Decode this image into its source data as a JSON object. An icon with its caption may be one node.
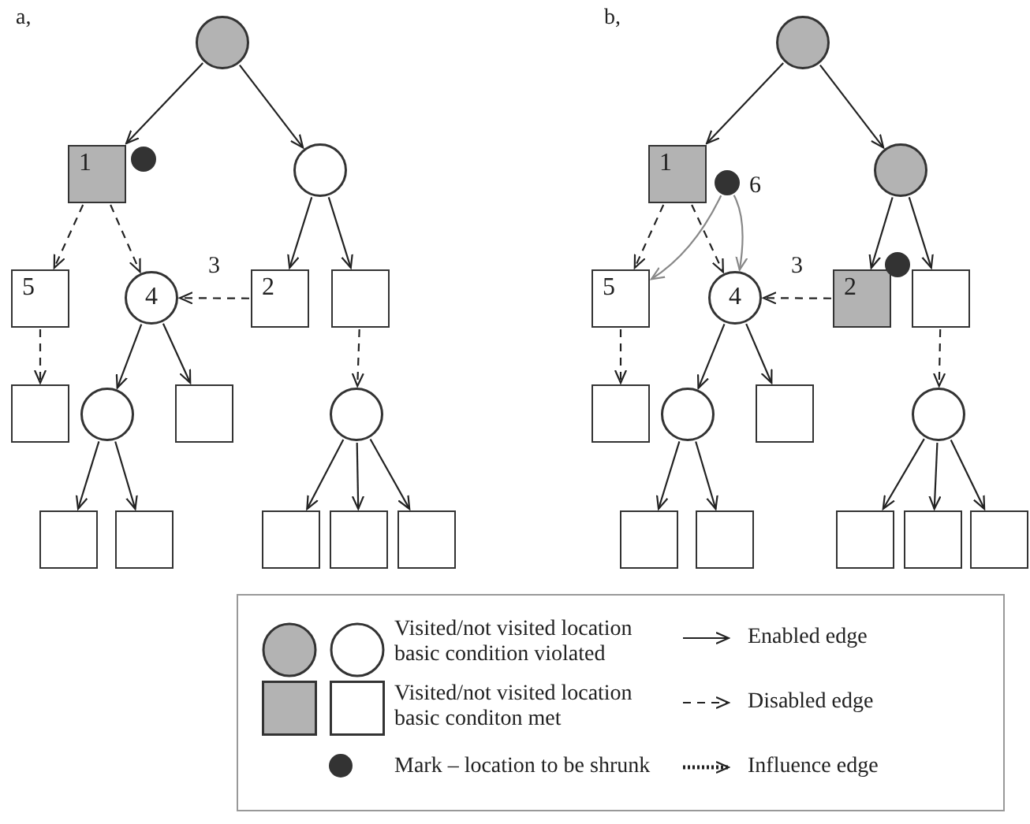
{
  "diagram": {
    "nodes": [
      {
        "text": [],
        "shape": "circle"
      },
      {
        "text": [
          "1"
        ]
      },
      {
        "text": [],
        "shape": "circle"
      },
      {
        "text": [],
        "shape": "circle"
      },
      {
        "text": [
          "5"
        ]
      },
      {
        "text": [
          "4"
        ]
      },
      {
        "text": [
          "2"
        ]
      },
      {
        "text": [],
        "shape": "box"
      },
      {
        "text": [],
        "shape": "box"
      },
      {
        "text": [],
        "shape": "circle"
      },
      {
        "text": [],
        "shape": "box"
      },
      {
        "text": [],
        "shape": "circle"
      },
      {
        "text": [],
        "shape": "box"
      },
      {
        "text": [],
        "shape": "box"
      },
      {
        "text": [],
        "shape": "box"
      },
      {
        "text": [],
        "shape": "box"
      },
      {
        "text": [],
        "shape": "box"
      },
      {
        "text": [],
        "shape": "circle"
      },
      {
        "text": [
          "1"
        ]
      },
      {
        "text": [],
        "shape": "circle",
        "beside": [
          "6"
        ]
      },
      {
        "text": [],
        "shape": "circle"
      },
      {
        "text": [
          "5"
        ]
      },
      {
        "text": [
          "4"
        ]
      },
      {
        "text": [
          "2"
        ]
      },
      {
        "text": [],
        "shape": "circle"
      },
      {
        "text": [],
        "shape": "box"
      },
      {
        "text": [],
        "shape": "box"
      },
      {
        "text": [],
        "shape": "circle"
      },
      {
        "text": [],
        "shape": "box"
      },
      {
        "text": [],
        "shape": "circle"
      },
      {
        "text": [],
        "shape": "box"
      },
      {
        "text": [],
        "shape": "box"
      },
      {
        "text": [],
        "shape": "box"
      },
      {
        "text": [],
        "shape": "box"
      },
      {
        "text": [],
        "shape": "box"
      }
    ],
    "edges": [
      {
        "from": 0,
        "to": 1,
        "arrow": "to"
      },
      {
        "from": 0,
        "to": 3,
        "arrow": "to"
      },
      {
        "from": 1,
        "to": 4,
        "arrow": "to",
        "style": "dashed"
      },
      {
        "from": 1,
        "to": 5,
        "arrow": "to",
        "style": "dashed"
      },
      {
        "from": 3,
        "to": 6,
        "arrow": "to"
      },
      {
        "from": 3,
        "to": 7,
        "arrow": "to"
      },
      {
        "from": 6,
        "to": 5,
        "arrow": "to",
        "style": "dashed",
        "label": "3"
      },
      {
        "from": 4,
        "to": 8,
        "arrow": "to",
        "style": "dashed"
      },
      {
        "from": 5,
        "to": 9,
        "arrow": "to"
      },
      {
        "from": 5,
        "to": 10,
        "arrow": "to"
      },
      {
        "from": 7,
        "to": 11,
        "arrow": "to",
        "style": "dashed"
      },
      {
        "from": 9,
        "to": 12,
        "arrow": "to"
      },
      {
        "from": 9,
        "to": 13,
        "arrow": "to"
      },
      {
        "from": 11,
        "to": 14,
        "arrow": "to"
      },
      {
        "from": 11,
        "to": 15,
        "arrow": "to"
      },
      {
        "from": 11,
        "to": 16,
        "arrow": "to"
      },
      {
        "from": 17,
        "to": 18,
        "arrow": "to"
      },
      {
        "from": 17,
        "to": 20,
        "arrow": "to"
      },
      {
        "from": 18,
        "to": 21,
        "arrow": "to",
        "style": "dashed"
      },
      {
        "from": 18,
        "to": 22,
        "arrow": "to",
        "style": "dashed"
      },
      {
        "from": 19,
        "to": 21,
        "arrow": "to",
        "color": "#888888"
      },
      {
        "from": 19,
        "to": 22,
        "arrow": "to",
        "color": "#888888"
      },
      {
        "from": 20,
        "to": 23,
        "arrow": "to"
      },
      {
        "from": 20,
        "to": 25,
        "arrow": "to"
      },
      {
        "from": 23,
        "to": 22,
        "arrow": "to",
        "style": "dashed",
        "label": "3"
      },
      {
        "from": 21,
        "to": 26,
        "arrow": "to",
        "style": "dashed"
      },
      {
        "from": 22,
        "to": 27,
        "arrow": "to"
      },
      {
        "from": 22,
        "to": 28,
        "arrow": "to"
      },
      {
        "from": 25,
        "to": 29,
        "arrow": "to",
        "style": "dashed"
      },
      {
        "from": 27,
        "to": 30,
        "arrow": "to"
      },
      {
        "from": 27,
        "to": 31,
        "arrow": "to"
      },
      {
        "from": 29,
        "to": 32,
        "arrow": "to"
      },
      {
        "from": 29,
        "to": 33,
        "arrow": "to"
      },
      {
        "from": 29,
        "to": 34,
        "arrow": "to"
      }
    ],
    "labels": [
      "a,",
      "b,"
    ],
    "legend": [
      {
        "text": "Visited/not visited location basic condition violated"
      },
      {
        "text": "Enabled edge"
      },
      {
        "text": "Visited/not visited location basic conditon met"
      },
      {
        "text": "Disabled edge"
      },
      {
        "text": "Mark – location to be shrunk"
      },
      {
        "text": "Influence edge"
      }
    ]
  }
}
